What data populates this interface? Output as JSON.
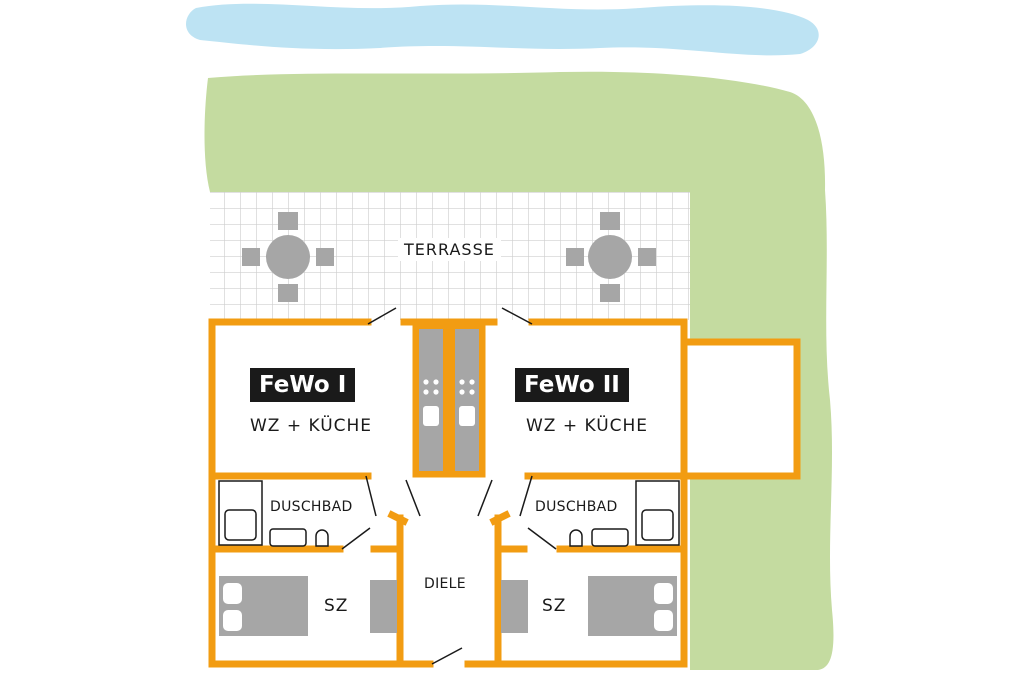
{
  "colors": {
    "water": "#bde3f3",
    "lawn": "#c4dba0",
    "wall": "#f29c12",
    "furniture": "#a6a6a6",
    "label_bg": "#1a1a1a"
  },
  "terrace": {
    "label": "TERRASSE"
  },
  "units": [
    {
      "title": "FeWo I",
      "living": "WZ + KÜCHE",
      "bath": "DUSCHBAD",
      "bedroom": "SZ"
    },
    {
      "title": "FeWo II",
      "living": "WZ + KÜCHE",
      "bath": "DUSCHBAD",
      "bedroom": "SZ"
    }
  ],
  "hall": {
    "label": "DIELE"
  }
}
